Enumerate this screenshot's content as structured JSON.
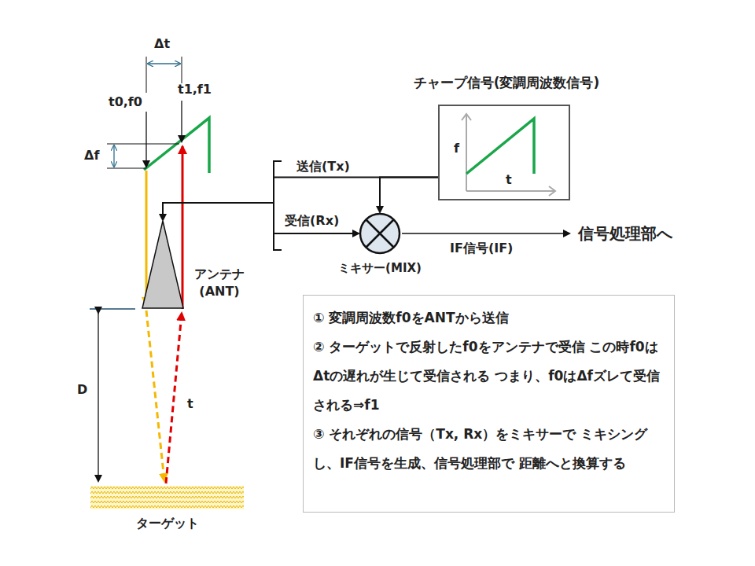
{
  "diagram": {
    "nodes": [
      {
        "text": [
          "チャープ信号(変調周波数信号)",
          "f",
          "t"
        ]
      },
      {
        "text": [
          "ミキサー(MIX)"
        ]
      },
      {
        "text": [
          "アンテナ (ANT)"
        ]
      },
      {
        "text": [
          "ターゲット"
        ]
      },
      {
        "text": [
          "① 変調周波数f0をANTから送信",
          "② ターゲットで反射したf0をアンテナで受信 この時f0はΔtの遅れが生じて受信される つまり、f0はΔfズレて受信される⇒f1",
          "③ それぞれの信号（Tx, Rx）をミキサーで ミキシングし、IF信号を生成、信号処理部で 距離へと換算する"
        ]
      }
    ],
    "edges": [
      {
        "from": 0,
        "to": 2,
        "arrow": "to",
        "label": "送信(Tx)"
      },
      {
        "from": 2,
        "to": 1,
        "arrow": "to",
        "label": "受信(Rx)"
      },
      {
        "from": 0,
        "to": 1,
        "arrow": "to"
      }
    ],
    "labels": [
      "Δt",
      "t0,f0",
      "t1,f1",
      "Δf",
      "D",
      "t",
      "IF信号(IF)",
      "信号処理部へ"
    ]
  }
}
